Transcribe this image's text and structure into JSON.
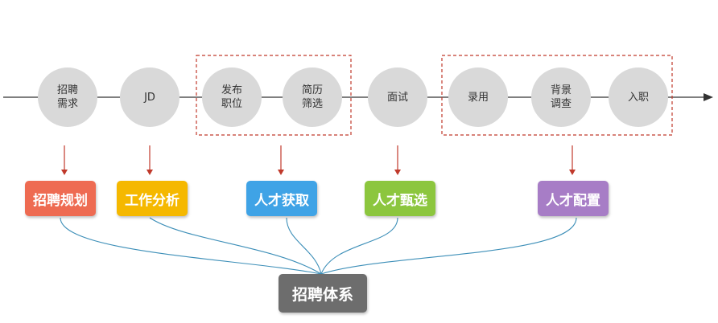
{
  "steps": [
    {
      "label": "招聘\n需求"
    },
    {
      "label": "JD"
    },
    {
      "label": "发布\n职位"
    },
    {
      "label": "简历\n筛选"
    },
    {
      "label": "面试"
    },
    {
      "label": "录用"
    },
    {
      "label": "背景\n调查"
    },
    {
      "label": "入职"
    }
  ],
  "categories": [
    {
      "label": "招聘规划",
      "color": "#ee6b52"
    },
    {
      "label": "工作分析",
      "color": "#f5b800"
    },
    {
      "label": "人才获取",
      "color": "#3fa3e6"
    },
    {
      "label": "人才甄选",
      "color": "#8cc63e"
    },
    {
      "label": "人才配置",
      "color": "#a77dc6"
    }
  ],
  "system": {
    "label": "招聘体系",
    "color": "#6d6d6d"
  },
  "colors": {
    "circle": "#d9d9d9",
    "arrow": "#c0392b",
    "dashed": "#c0392b",
    "curve": "#3d8fb8",
    "line": "#333333"
  }
}
